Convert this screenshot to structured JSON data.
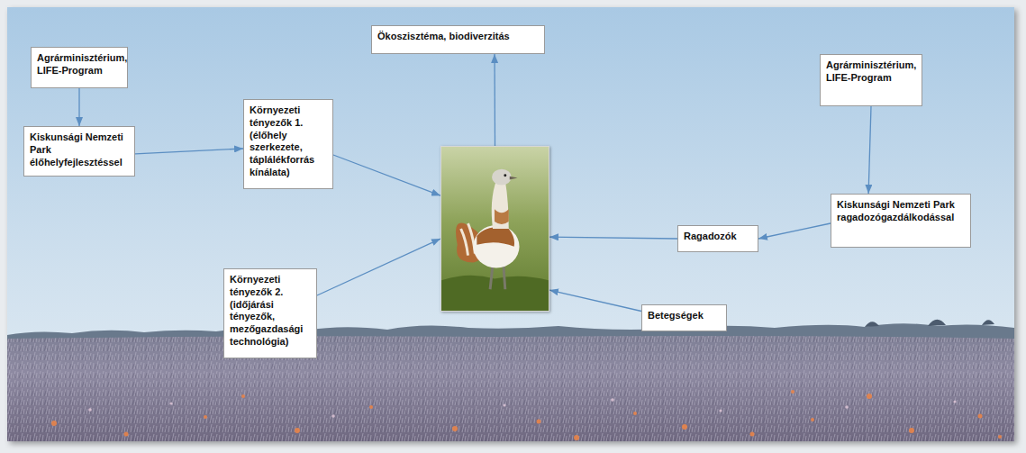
{
  "diagram": {
    "nodes": [
      {
        "text": [
          "Ökoszisztéma, biodiverzitás"
        ]
      },
      {
        "text": [
          "Agrárminisztérium, LIFE-Program"
        ]
      },
      {
        "text": [
          "Agrárminisztérium, LIFE-Program"
        ]
      },
      {
        "text": [
          "Környezeti tényezők 1. (élőhely szerkezete, táplálékforrás kínálata)"
        ]
      },
      {
        "text": [
          "Kiskunsági Nemzeti Park élőhelyfejlesztéssel"
        ]
      },
      {
        "text": []
      },
      {
        "text": [
          "Kiskunsági Nemzeti Park ragadozógazdálkodással"
        ]
      },
      {
        "text": [
          "Ragadozók"
        ]
      },
      {
        "text": [
          "Környezeti tényezők 2. (időjárási tényezők, mezőgazdasági technológia)"
        ]
      },
      {
        "text": [
          "Betegségek"
        ]
      }
    ],
    "edges": [
      {
        "from": 1,
        "to": 4,
        "arrow": "to"
      },
      {
        "from": 4,
        "to": 3,
        "arrow": "to"
      },
      {
        "from": 3,
        "to": 5,
        "arrow": "to"
      },
      {
        "from": 5,
        "to": 0,
        "arrow": "to"
      },
      {
        "from": 2,
        "to": 6,
        "arrow": "to"
      },
      {
        "from": 6,
        "to": 7,
        "arrow": "to"
      },
      {
        "from": 7,
        "to": 5,
        "arrow": "to"
      },
      {
        "from": 8,
        "to": 5,
        "arrow": "to"
      },
      {
        "from": 9,
        "to": 5,
        "arrow": "to"
      }
    ]
  }
}
